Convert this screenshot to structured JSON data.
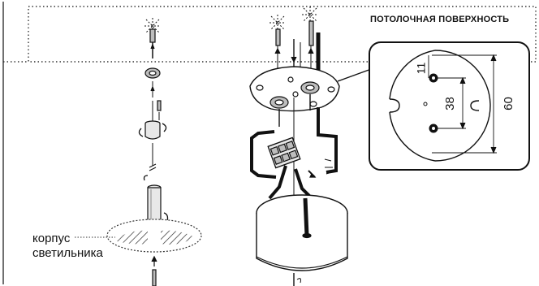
{
  "labels": {
    "ceiling_surface": "ПОТОЛОЧНАЯ ПОВЕРХНОСТЬ",
    "body_line1": "корпус",
    "body_line2": "светильника"
  },
  "dimensions": {
    "d11": "11",
    "d38": "38",
    "d60": "60"
  },
  "colors": {
    "stroke": "#111111",
    "fill_light": "#e8e8e8",
    "fill_mid": "#bdbdbd",
    "hatch": "#333333"
  }
}
